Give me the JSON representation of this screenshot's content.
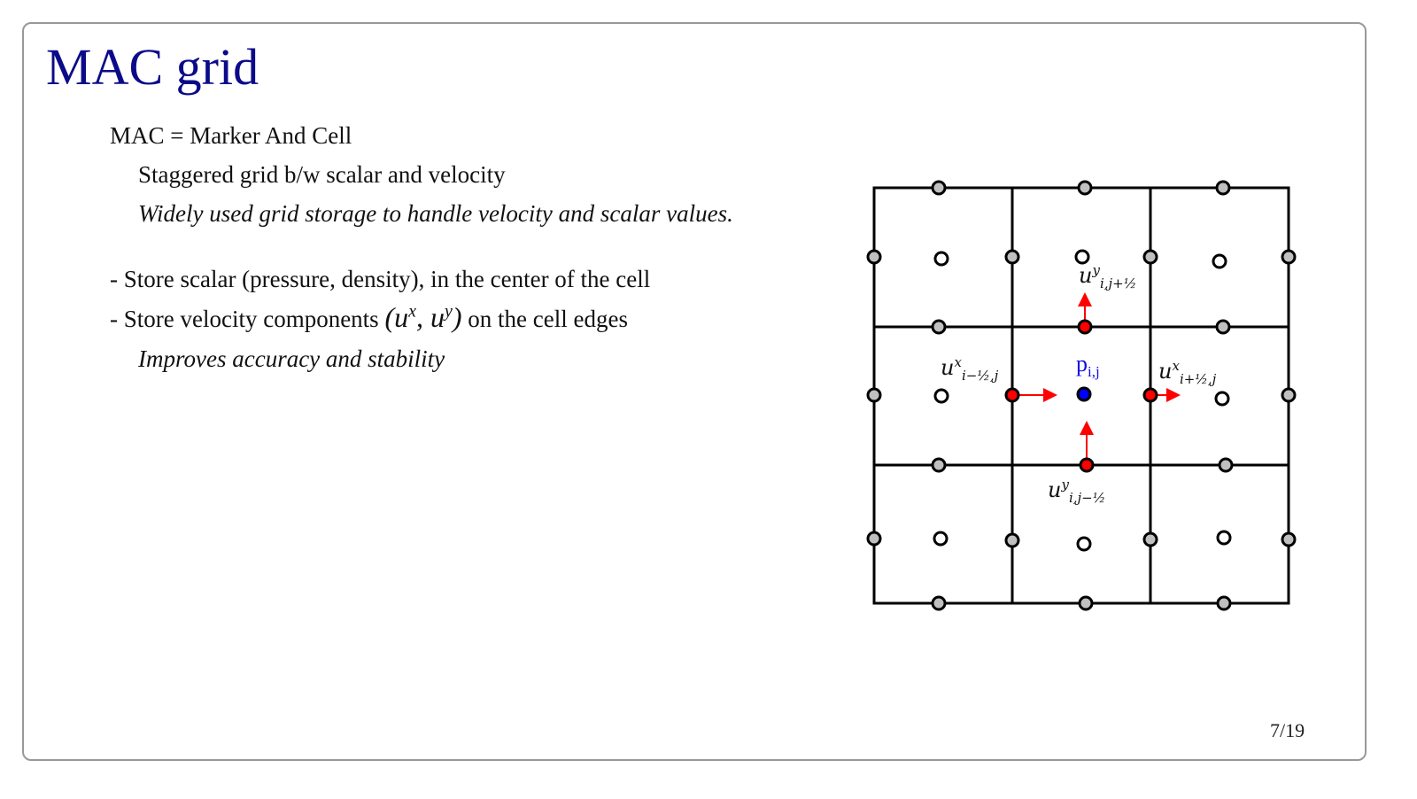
{
  "slide": {
    "title": "MAC grid",
    "lines": [
      "MAC = Marker And Cell",
      "Staggered grid b/w scalar and velocity",
      "Widely used grid storage to handle velocity and scalar values.",
      "- Store scalar (pressure, density), in the center of the cell",
      "- Store velocity components ",
      " on the cell edges",
      "Improves accuracy and stability"
    ],
    "math_inline": {
      "u": "u",
      "x": "x",
      "y": "y",
      "open": "(",
      "comma": ", ",
      "close": ")"
    },
    "page_number": "7/19"
  },
  "diagram": {
    "labels": {
      "u_top": {
        "base": "u",
        "sup": "y",
        "sub": "i,j+½"
      },
      "u_bottom": {
        "base": "u",
        "sup": "y",
        "sub": "i,j−½"
      },
      "u_left": {
        "base": "u",
        "sup": "x",
        "sub": "i−½,j"
      },
      "u_right": {
        "base": "u",
        "sup": "x",
        "sub": "i+½,j"
      },
      "p": {
        "base": "p",
        "sub": "i,j"
      }
    },
    "colors": {
      "velocity": "#ff0000",
      "pressure": "#0000ff",
      "edge_node": "#c0c0c0",
      "center_node": "#ffffff",
      "grid": "#000000"
    }
  }
}
